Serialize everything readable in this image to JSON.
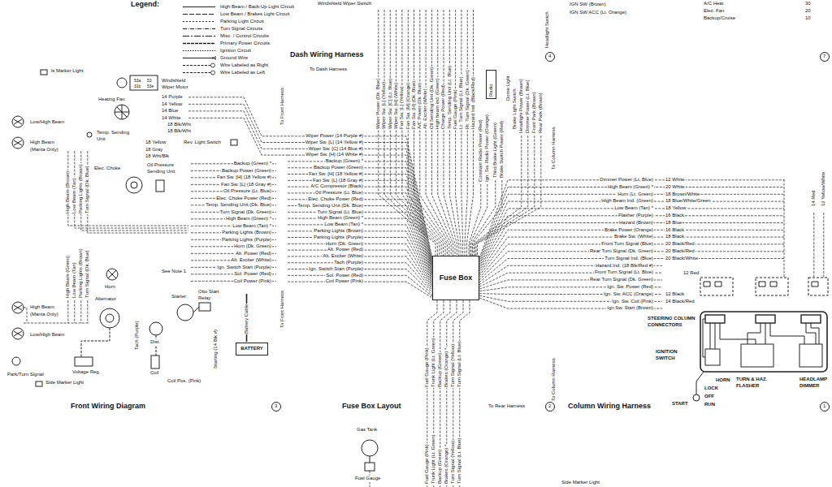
{
  "diagram": {
    "nodes": [
      {
        "text": [
          "Radio"
        ]
      },
      {
        "text": [
          "Fuse Box"
        ]
      },
      {
        "text": [
          "BATTERY"
        ]
      }
    ],
    "labels": [
      "Legend:",
      "IGN SW (Brown)",
      "IGN SW ACC (Lt. Orange)",
      "A/C Heat",
      "Elec. Fan",
      "Backup/Cruise",
      "30",
      "20",
      "10",
      "Windshield Wiper Switch",
      "Dash Wiring Harness",
      "To Dash Harness",
      "Wiper Power (Dk. Blue)",
      "Wiper Sw. [L] (Yellow)",
      "Wiper Sw. [C] (Lt. Blue)",
      "Wiper Sw. [H] (White)",
      "Fan Sw. [L] (Yellow)",
      "Fan Sw. [M] (Orange)",
      "Fan Sw. [H] (Dk. Blue)",
      "A/C Power (Dk. Blue)",
      "Alt. Exciter (White)",
      "Oil Sending Unit (Dk. Green)",
      "High beam ind. (Green)",
      "Charge Power (Red)",
      "Temp. Sending Unit (Lt. Blue)",
      "Fuel Gauge (Pink)",
      "Lt. Turn Signal (Lt. Blue)",
      "Rt. Turn Signal (Dk. Green)",
      "Hazard Ind. (Black/Red)",
      "Constant Radio Power (Red)",
      "Ign. Sw. Radio Power (Orange)",
      "Third Brake Light (Green)",
      "Brake Switch Power (Red)",
      "Dome Light",
      "Brake Light Switch",
      "Headlight Power (Brown)",
      "Dimmer Power (Lt. Blue)",
      "Front Park (Brown)",
      "Rear Park (Brown)",
      "Headlight Switch",
      "To Front Harness",
      "To Front Harness",
      "To Column Harness",
      "To Column Harness",
      "To Rear Harness",
      "Fuse Box Layout",
      "Front Wiring Diagram",
      "Column Wiring Harness",
      "3",
      "2",
      "1",
      "4",
      "7",
      "Windshield Wiper Motor",
      "53a",
      "53",
      "31b",
      "53e",
      "14 Purple",
      "14 Yellow",
      "14 Blue",
      "14 White",
      "18 Blk/Wht",
      "18 Blk/Wht",
      "18 Yellow",
      "18 Gray",
      "18 Wht/Blk",
      "Rev. Light Switch",
      "Heating Fan",
      "Temp. Sending Unit",
      "Elec. Choke",
      "Oil Pressure Sending Unit",
      "ls Marker Light",
      "Low/High Beam",
      "High Beam",
      "(Manta Only)",
      "High Beam (Brown)",
      "Low Beam (Tan)",
      "Parking Lights (Brown)",
      "Turn Signal (Dk. Blue)",
      "High Beam (Green)",
      "Low Beam (Tan)",
      "Parking Lights (Brown)",
      "Turn Signal (Dk. Blue)",
      "Horn",
      "Alternator",
      "See Note 1",
      "Starter",
      "Otto Start Relay",
      "Battery Cable",
      "Voltage Reg.",
      "Dist.",
      "Tach (Purple)",
      "Coil",
      "Coil Pos. (Pink)",
      "Starting (14 Blk #)",
      "High Beam",
      "(Manta Only)",
      "Low/High Beam",
      "Park/Turn Signal",
      "Side Marker Light",
      "Wiper Power (14 Purple #)",
      "Wiper Sw. [L] (14 Yellow #)",
      "Wiper Sw. [C] (14 Blue #)",
      "Wiper Sw. [H] (14 White #)",
      "Backup (Green) *",
      "Backup Power (Green)",
      "Fan Sw. [H] (18 Yellow #)",
      "Fan Sw. [L] (18 Gray #)",
      "A/C Compressor (Black)",
      "Oil Pressure (Lt. Blue)",
      "Elec. Choke Power (Red)",
      "Temp. Sending Unit (Dk. Blue)",
      "Turn Signal (Lt. Blue)",
      "High Beam (Green) *",
      "Low Beam (Tan) *",
      "Parking Lights (Brown)",
      "Parking Lights (Purple)",
      "Horn (Dk. Green)",
      "Alt. Power (Red)",
      "Alt. Exciter (White)",
      "Tach (Purple)",
      "Ign. Switch Start (Purple)",
      "Sol. Power (Red)",
      "Coil Power (Pink)",
      "Backup (Green) *",
      "Backup Power (Green)",
      "Fan Sw. [H] (18 Yellow #)",
      "Fan Sw. [L] (18 Gray #)",
      "Oil Pressure (Lt. Blue)",
      "Elec. Choke Power (Red)",
      "Temp. Sending Unit (Dk. Blue)",
      "Turn Signal (Dk. Green)",
      "High Beam (Green) *",
      "Low Beam (Tan) *",
      "Parking Lights (Brown)",
      "Parking Lights (Purple)",
      "Horn (Dk. Green)",
      "Alt. Power (Red)",
      "Alt. Exciter (White)",
      "Ign. Switch Start (Purple)",
      "Sol. Power (Red)",
      "Coil Power (Pink)",
      "Fuel Gauge (Pink)",
      "Trunk Light (Lt. Green)",
      "Backup (Green)",
      "Brakes (Orange) *",
      "Turn Signal (Yellow)",
      "Turn Signal (Lt. Blue)",
      "Fuel Gauge (Pink)",
      "Trunk Light (Lt. Green)",
      "Backup (Green)",
      "Brakes (Orange) *",
      "Turn Signal (Yellow)",
      "Turn Signal (Lt. Blue)",
      "Gas Tank",
      "Fuel Gauge",
      "Side Marker Light",
      "Dimmer Power (Lt. Blue)",
      "High Beam (Green) *",
      "Horn (Lt. Green)",
      "High Beam Ind. (Green)",
      "Low Beam (Tan) *",
      "Flasher (Purple)",
      "Hazard (Brown)",
      "Brake Power (Orange)",
      "Brake Sw. (White)",
      "Front Turn Signal (Blue)",
      "Rear Turn Signal (Dk. Green)",
      "Turn Signal Ind. (Blue)",
      "Hazard Ind. (18 Blk/Red #)",
      "Front Turn Signal (Lt. Blue)",
      "Rear Turn Signal (Dk. Green)",
      "Ign. Sw. Power (Red)",
      "Ign. Sw. ACC (Orange)",
      "Ign. Sw. Coil (Pink)",
      "Ign Sw. Start (Brown)",
      "12 White",
      "20 White",
      "18 Brown/White",
      "18 Blue/White/Green",
      "18 Yellow",
      "16 Black",
      "18 Blue",
      "16 Black",
      "18 Black",
      "20 Black/Red",
      "20 Black/Red",
      "20 Black/White",
      "12 Red",
      "12 Black",
      "14 Black/Red",
      "14 Red",
      "12 Yellow/White",
      "STEERING COLUMN CONNECTORS",
      "IGNITION SWITCH",
      "HORN",
      "TURN & HAZ. FLASHER",
      "HEADLAMP DIMMER",
      "START",
      "LOCK",
      "OFF",
      "RUN"
    ],
    "legend": [
      {
        "text": "High Beam / Back-Up Light Circuit"
      },
      {
        "text": "Low Beam / Brakes Light Circuit"
      },
      {
        "text": "Parking Light Circuit"
      },
      {
        "text": "Turn Signal Circuits"
      },
      {
        "text": "Misc. / Control Circuits"
      },
      {
        "text": "Primary Power Circuits"
      },
      {
        "text": "Ignition Circuit"
      },
      {
        "text": "Ground Wire"
      },
      {
        "text": "Wire Labeled as Right"
      },
      {
        "text": "Wire Labeled as Left"
      }
    ]
  }
}
